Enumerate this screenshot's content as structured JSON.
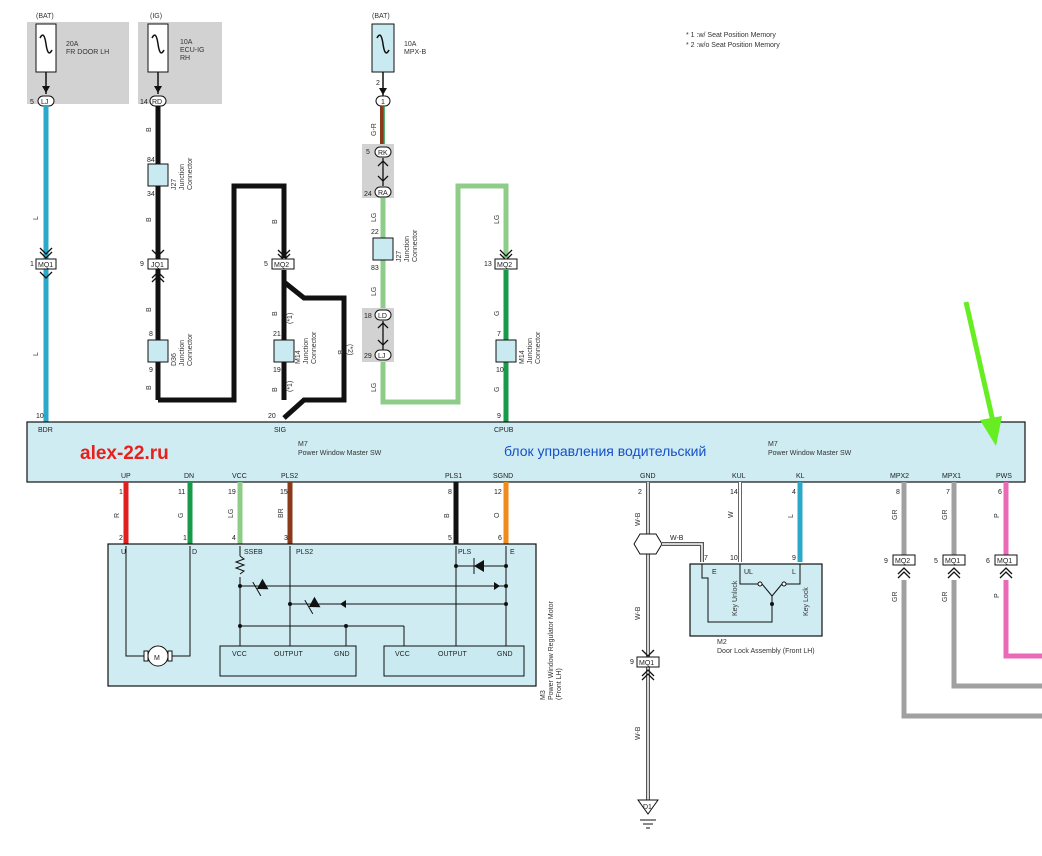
{
  "colors": {
    "wire_L": "#2aa9c8",
    "wire_B": "#111111",
    "wire_GR": "#a0a0a0",
    "wire_LG": "#8ecc8a",
    "wire_G": "#179a4a",
    "wire_R": "#e02020",
    "wire_BR": "#8a3a1a",
    "wire_O": "#f08a1a",
    "wire_P": "#ea6ab8",
    "block_fill": "#cfecf2",
    "gray_box": "#d2d2d2",
    "arrow": "#66ee22"
  },
  "notes": [
    "* 1 :w/ Seat Position Memory",
    "* 2 :w/o Seat Position Memory"
  ],
  "watermark": "alex-22.ru",
  "russian_label": "блок управления водительский",
  "fuses": {
    "f1": {
      "source": "(BAT)",
      "amp": "20A",
      "name": "FR DOOR LH",
      "pin": "5",
      "conn": "LJ"
    },
    "f2": {
      "source": "(IG)",
      "amp": "10A",
      "name1": "ECU-IG",
      "name2": "RH",
      "pin": "14",
      "conn": "RD"
    },
    "f3": {
      "source": "(BAT)",
      "amp": "10A",
      "name": "MPX-B",
      "pin": "2",
      "conn": "1"
    }
  },
  "wires_top": {
    "bdr": {
      "color1": "L",
      "color2": "L",
      "mq_pin": "1",
      "mq": "MQ1",
      "m7_pin": "10"
    },
    "b_path": {
      "color1": "B",
      "j27_top": "84",
      "j27_bot": "34",
      "color2": "B",
      "jq_pin": "9",
      "jq": "JQ1",
      "color3": "B",
      "d36_top": "8",
      "d36_bot": "9",
      "color4": "B"
    },
    "sig": {
      "color1": "B",
      "mq_pin": "5",
      "mq": "MQ2",
      "color2": "B",
      "note_a": "(*1)",
      "m14_top": "21",
      "m14_bot": "19",
      "color3": "B",
      "note_b": "(*1)",
      "note_c": "B",
      "note_d": "(*2)",
      "m7_pin": "20"
    },
    "mpx_b": {
      "color1": "G-R",
      "rk_pin": "5",
      "rk": "RK",
      "ra_pin": "24",
      "ra": "RA",
      "color2": "LG",
      "j27_top": "22",
      "j27_bot": "83",
      "color3": "LG",
      "ld_pin": "18",
      "ld": "LD",
      "lj_pin": "29",
      "lj": "LJ",
      "color4": "LG"
    },
    "cpub": {
      "color1": "LG",
      "mq_pin": "13",
      "mq": "MQ2",
      "color2": "G",
      "m14_top": "7",
      "m14_bot": "10",
      "color3": "G",
      "m7_pin": "9"
    }
  },
  "junctions": {
    "j27": {
      "id": "J27",
      "name": "Junction",
      "sub": "Connector"
    },
    "d36": {
      "id": "D36",
      "name": "Junction",
      "sub": "Connector"
    },
    "m14": {
      "id": "M14",
      "name": "Junction",
      "sub": "Connector"
    },
    "j27b": {
      "id": "J27",
      "name": "Junction",
      "sub": "Connector"
    },
    "m14b": {
      "id": "M14",
      "name": "Junction",
      "sub": "Connector"
    }
  },
  "m7": {
    "id": "M7",
    "name": "Power Window Master SW",
    "top_pins": {
      "bdr": "BDR",
      "sig": "SIG",
      "cpub": "CPUB"
    },
    "bottom": [
      {
        "sig": "UP",
        "pin": "1",
        "color": "R"
      },
      {
        "sig": "DN",
        "pin": "11",
        "color": "G"
      },
      {
        "sig": "VCC",
        "pin": "19",
        "color": "LG"
      },
      {
        "sig": "PLS2",
        "pin": "15",
        "color": "BR"
      },
      {
        "sig": "PLS1",
        "pin": "8",
        "color": "B"
      },
      {
        "sig": "SGND",
        "pin": "12",
        "color": "O"
      },
      {
        "sig": "GND",
        "pin": "2",
        "color": "W-B"
      },
      {
        "sig": "KUL",
        "pin": "14",
        "color": "W"
      },
      {
        "sig": "KL",
        "pin": "4",
        "color": "L"
      },
      {
        "sig": "MPX2",
        "pin": "8",
        "color": "GR"
      },
      {
        "sig": "MPX1",
        "pin": "7",
        "color": "GR"
      },
      {
        "sig": "PWS",
        "pin": "6",
        "color": "P"
      }
    ]
  },
  "m3": {
    "id": "M3",
    "name": "Power Window Regulator Motor",
    "sub": "(Front LH)",
    "pins": [
      {
        "pin": "2",
        "sig": "U"
      },
      {
        "pin": "1",
        "sig": "D"
      },
      {
        "pin": "4",
        "sig": "SSEB"
      },
      {
        "pin": "3",
        "sig": "PLS2"
      },
      {
        "pin": "5",
        "sig": "PLS"
      },
      {
        "pin": "6",
        "sig": "E"
      }
    ],
    "motor": "M",
    "sensor1": {
      "a": "VCC",
      "b": "OUTPUT",
      "c": "GND"
    },
    "sensor2": {
      "a": "VCC",
      "b": "OUTPUT",
      "c": "GND"
    }
  },
  "m2": {
    "id": "M2",
    "name": "Door Lock Assembly (Front LH)",
    "pins": [
      {
        "pin": "7",
        "sig": "E"
      },
      {
        "pin": "10",
        "sig": "UL"
      },
      {
        "pin": "9",
        "sig": "L"
      }
    ],
    "sw1": "Key Unlock",
    "sw2": "Key Lock"
  },
  "ground": {
    "wb1": "W-B",
    "wb2": "W-B",
    "wb3": "W-B",
    "wb4": "W-B",
    "mq_pin": "9",
    "mq": "MQ1",
    "gnd": "D1"
  },
  "mpx": {
    "mq2_pin": "9",
    "mq2": "MQ2",
    "mq1_pin": "5",
    "mq1": "MQ1",
    "mq1b_pin": "6",
    "mq1b": "MQ1",
    "c_gr1": "GR",
    "c_gr2": "GR",
    "c_gr3": "GR",
    "c_gr4": "GR",
    "c_p1": "P",
    "c_p2": "P"
  }
}
